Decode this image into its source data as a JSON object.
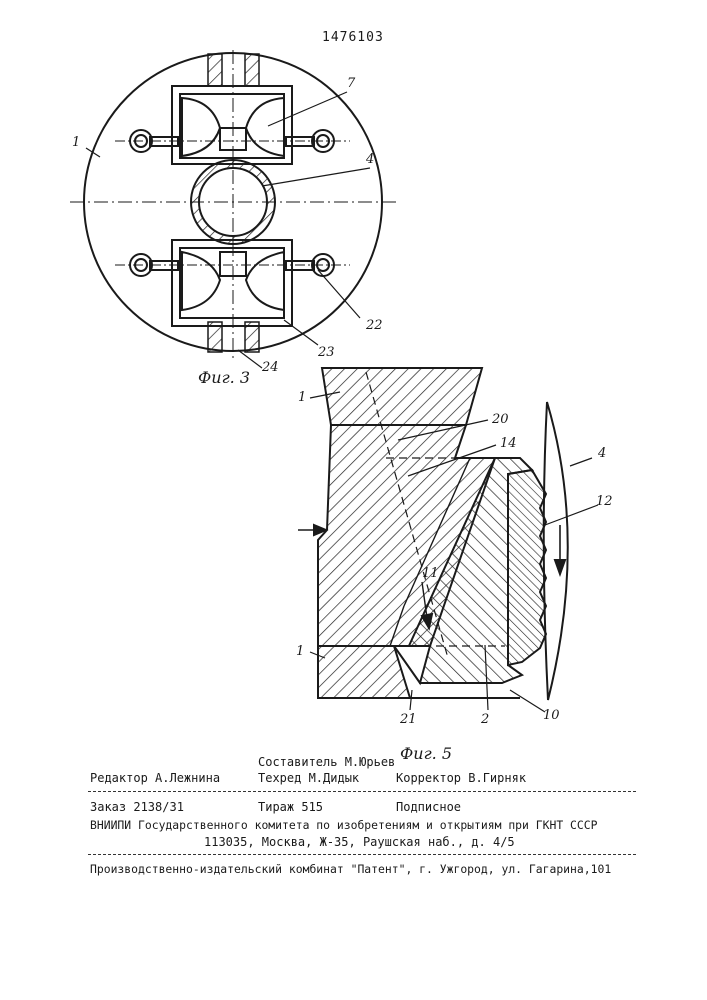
{
  "patent_number": "1476103",
  "figures": {
    "fig3": {
      "caption": "Фиг. 3",
      "labels": {
        "l1": "1",
        "l7": "7",
        "l4": "4",
        "l22": "22",
        "l23": "23",
        "l24": "24"
      }
    },
    "fig5": {
      "caption": "Фиг. 5",
      "labels": {
        "l1a": "1",
        "l20": "20",
        "l14": "14",
        "l4": "4",
        "l12": "12",
        "l11": "11",
        "l1b": "1",
        "l21": "21",
        "l2": "2",
        "l10": "10"
      }
    }
  },
  "imprint": {
    "compiler": "Составитель М.Юрьев",
    "editor": "Редактор А.Лежнина",
    "techred": "Техред М.Дидык",
    "corrector": "Корректор В.Гирняк",
    "order": "Заказ 2138/31",
    "circulation": "Тираж 515",
    "subscription": "Подписное",
    "org_line1": "ВНИИПИ Государственного комитета по изобретениям и открытиям при ГКНТ СССР",
    "org_line2": "113035, Москва, Ж-35, Раушская наб., д. 4/5",
    "publisher": "Производственно-издательский комбинат \"Патент\", г. Ужгород, ул. Гагарина,101"
  }
}
